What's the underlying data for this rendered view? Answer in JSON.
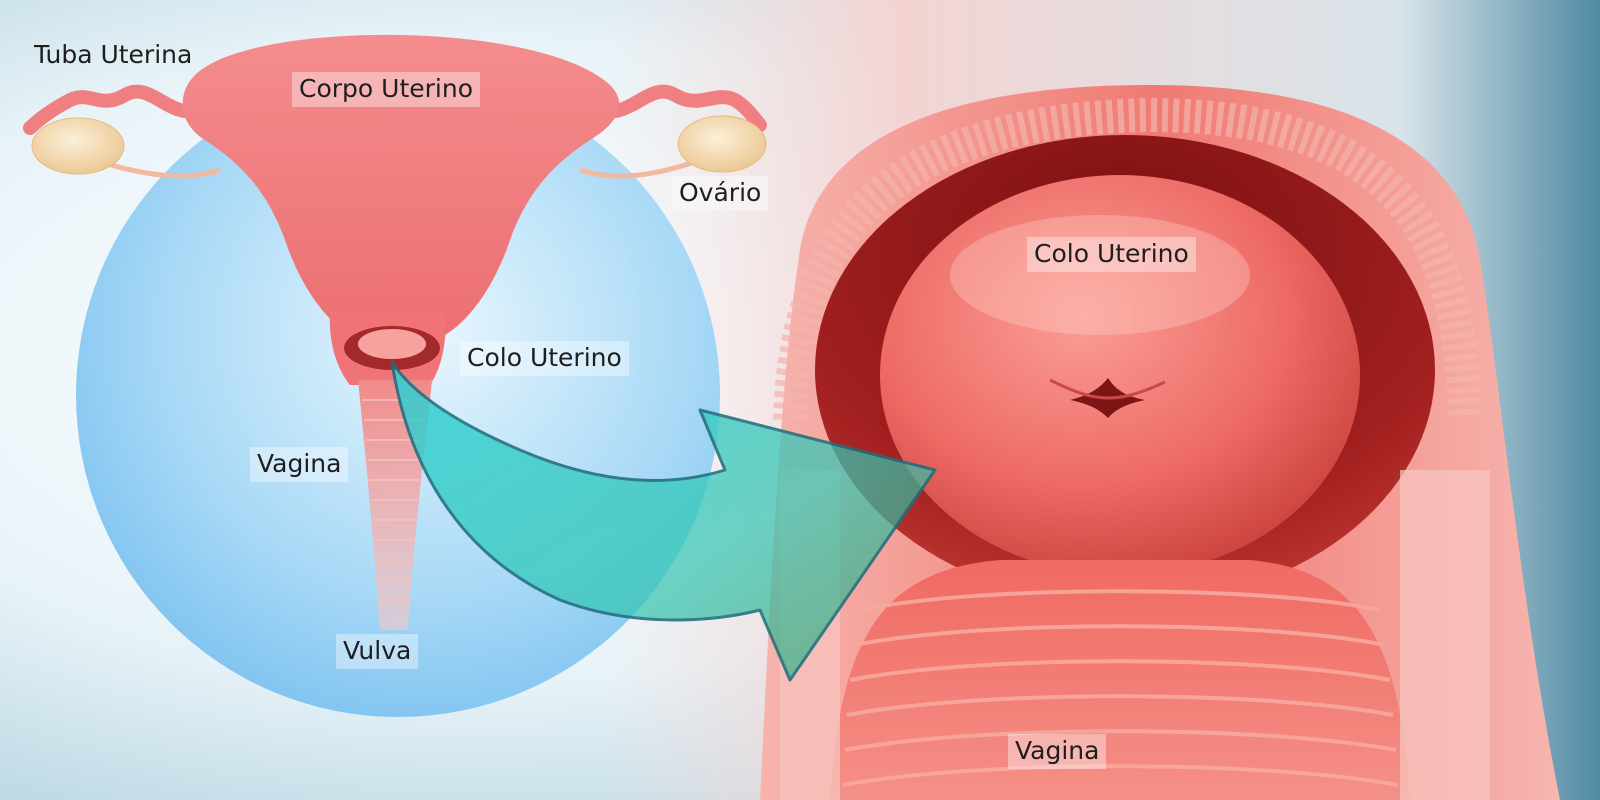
{
  "labels": {
    "tuba_uterina": "Tuba Uterina",
    "corpo_uterino": "Corpo Uterino",
    "ovario": "Ovário",
    "colo_uterino_left": "Colo Uterino",
    "vagina_left": "Vagina",
    "vulva": "Vulva",
    "colo_uterino_right": "Colo Uterino",
    "vagina_right": "Vagina"
  },
  "colors": {
    "uterus": "#f07f82",
    "circle": "#7cc3f0",
    "tissue": "#ef5b55",
    "cervix": "#ee6e6a",
    "arrow": "#2ec8c0",
    "ovary": "#f6e2b8"
  },
  "icons": {
    "arrow": "curved-arrow"
  }
}
